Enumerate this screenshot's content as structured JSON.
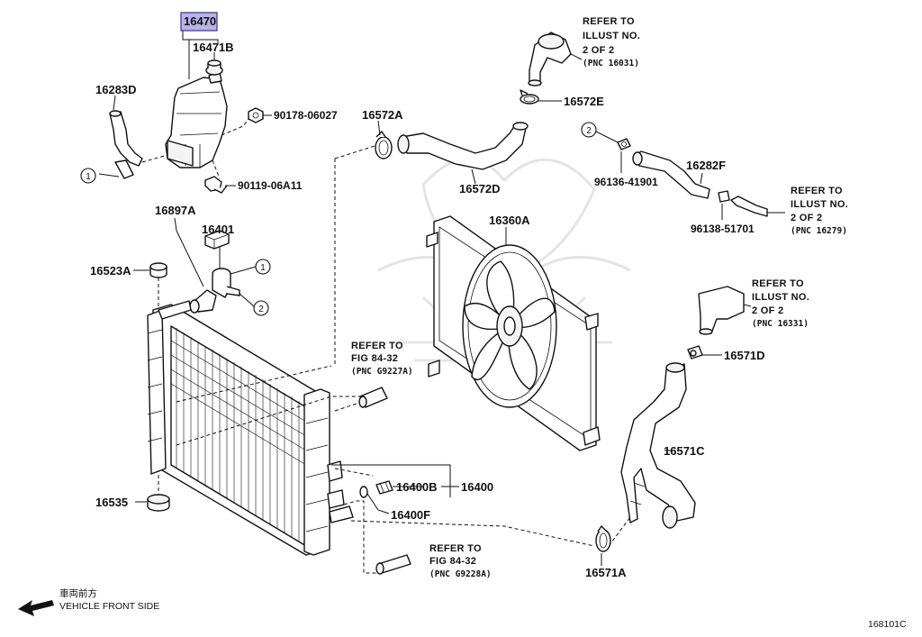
{
  "diagram": {
    "id_code": "168101C",
    "parts": {
      "p16470": "16470",
      "p16471B": "16471B",
      "p16283D": "16283D",
      "p90178": "90178-06027",
      "p90119": "90119-06A11",
      "p16897A": "16897A",
      "p16401": "16401",
      "p16523A": "16523A",
      "p16535": "16535",
      "p16572A": "16572A",
      "p16572D": "16572D",
      "p16572E": "16572E",
      "p16360A": "16360A",
      "p96136": "96136-41901",
      "p16282F": "16282F",
      "p96138": "96138-51701",
      "p16571D": "16571D",
      "p16571C": "16571C",
      "p16571A": "16571A",
      "p16400B": "16400B",
      "p16400": "16400",
      "p16400F": "16400F"
    },
    "refs": {
      "r1": {
        "l1": "REFER TO",
        "l2": "ILLUST NO.",
        "l3": "2 OF 2",
        "l4": "(PNC 16031)"
      },
      "r2": {
        "l1": "REFER TO",
        "l2": "ILLUST NO.",
        "l3": "2 OF 2",
        "l4": "(PNC 16279)"
      },
      "r3": {
        "l1": "REFER TO",
        "l2": "ILLUST NO.",
        "l3": "2 OF 2",
        "l4": "(PNC 16331)"
      },
      "r4": {
        "l1": "REFER TO",
        "l2": "FIG 84-32",
        "l3": "(PNC G9227A)"
      },
      "r5": {
        "l1": "REFER TO",
        "l2": "FIG 84-32",
        "l3": "(PNC G9228A)"
      }
    },
    "callouts": {
      "c1": "1",
      "c2": "2"
    },
    "direction": {
      "cjk": "車両前方",
      "label": "VEHICLE FRONT SIDE"
    }
  }
}
